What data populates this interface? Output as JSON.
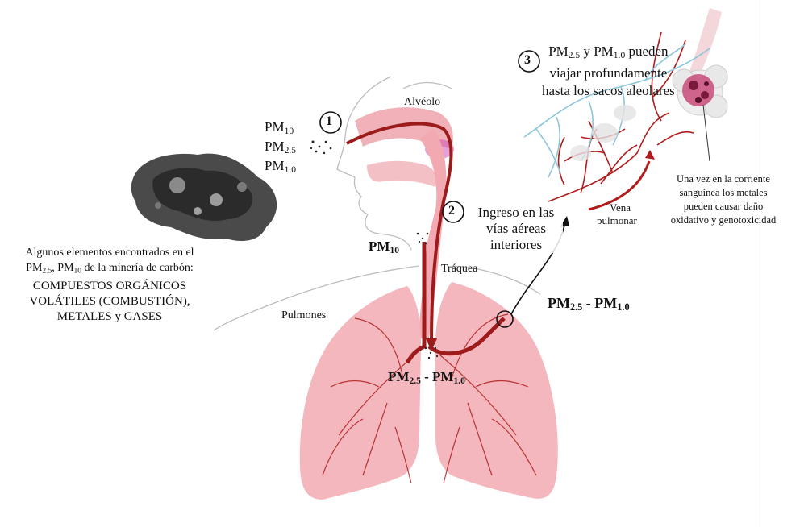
{
  "left_inputs": {
    "pm10": {
      "base": "PM",
      "sub": "10"
    },
    "pm25": {
      "base": "PM",
      "sub": "2.5"
    },
    "pm10b": {
      "base": "PM",
      "sub": "1.0"
    }
  },
  "step_numbers": [
    "1",
    "2",
    "3"
  ],
  "labels": {
    "alveolo": "Alvéolo",
    "traquea": "Tráquea",
    "pulmones": "Pulmones",
    "vena": [
      "Vena",
      "pulmonar"
    ]
  },
  "trachea_pm": {
    "base": "PM",
    "sub": "10"
  },
  "bottom_pm": {
    "base1": "PM",
    "sub1": "2.5",
    "dash": " - ",
    "base2": "PM",
    "sub2": "1.0"
  },
  "right_pm": {
    "base1": "PM",
    "sub1": "2.5",
    "dash": " - ",
    "base2": "PM",
    "sub2": "1.0"
  },
  "left_text": {
    "line1": "Algunos elementos encontrados en el",
    "line2_a": "PM",
    "line2_sub1": "2.5",
    "line2_b": ", PM",
    "line2_sub2": "10",
    "line2_c": " de la minería de carbón:",
    "line3": "COMPUESTOS ORGÁNICOS",
    "line4": "VOLÁTILES (COMBUSTIÓN),",
    "line5": "METALES y GASES"
  },
  "step2_text": [
    "Ingreso en las",
    "vías aéreas",
    "interiores"
  ],
  "step3_text": {
    "a": "PM",
    "sub1": "2.5",
    "b": " y PM",
    "sub2": "1.0",
    "c": " pueden",
    "line2": "viajar profundamente",
    "line3": "hasta los sacos aleolares"
  },
  "blood_text": [
    "Una vez en la corriente",
    "sanguínea los metales",
    "pueden causar daño",
    "oxidativo y genotoxicidad"
  ],
  "colors": {
    "lung": "#f3b8bd",
    "vessel": "#b01d1d",
    "airway": "#e8838c",
    "blue": "#8dc6da",
    "alv": "#7a1a3a"
  }
}
